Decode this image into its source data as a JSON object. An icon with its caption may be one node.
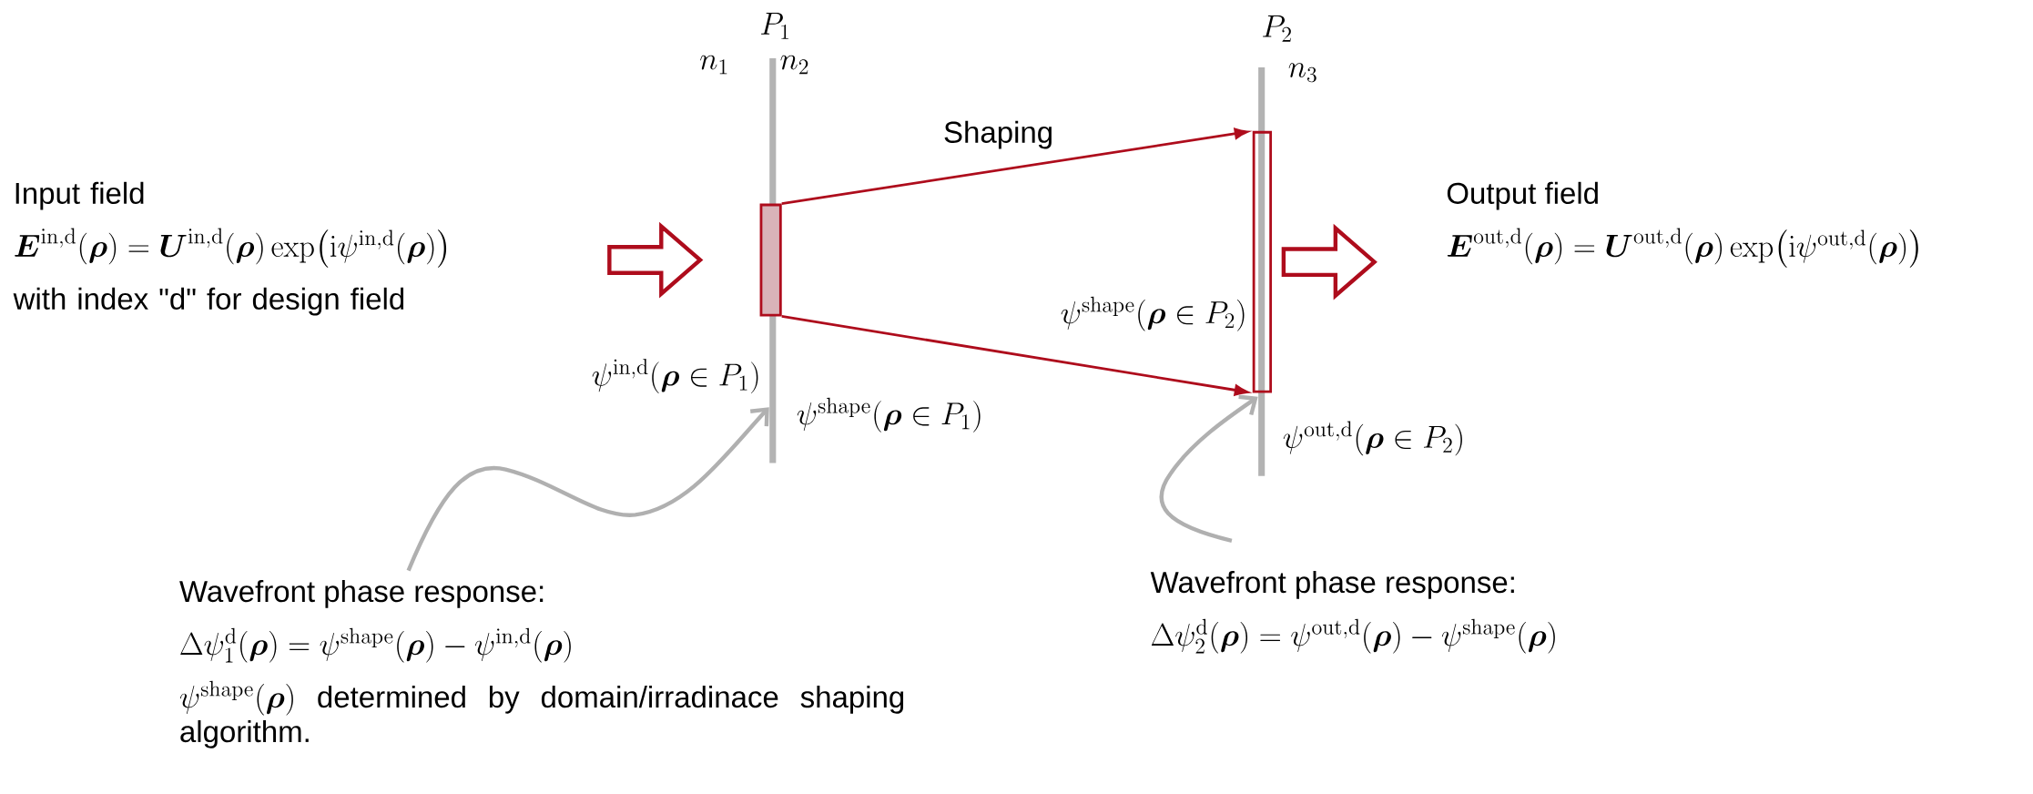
{
  "diagram": {
    "nodes": [
      {
        "text": [
          "Input field",
          "\\boldsymbol{E}^{\\mathrm{in,d}}(\\boldsymbol{\\rho}) = \\boldsymbol{U}^{\\mathrm{in,d}}(\\boldsymbol{\\rho})\\exp\\bigl(\\mathrm{i}\\psi^{\\mathrm{in,d}}(\\boldsymbol{\\rho})\\bigr)",
          "with index \"d\" for design field"
        ]
      },
      {
        "text": [],
        "shape": "box"
      },
      {
        "text": [],
        "shape": "box"
      },
      {
        "text": [
          "Output field",
          "\\boldsymbol{E}^{\\mathrm{out,d}}(\\boldsymbol{\\rho}) = \\boldsymbol{U}^{\\mathrm{out,d}}(\\boldsymbol{\\rho})\\exp\\bigl(\\mathrm{i}\\psi^{\\mathrm{out,d}}(\\boldsymbol{\\rho})\\bigr)"
        ]
      },
      {
        "text": [
          "Wavefront phase response:",
          "\\Delta\\psi_1^{\\mathrm{d}}(\\boldsymbol{\\rho}) = \\psi^{\\mathrm{shape}}(\\boldsymbol{\\rho}) - \\psi^{\\mathrm{in,d}}(\\boldsymbol{\\rho})",
          "\\psi^{\\mathrm{shape}}(\\boldsymbol{\\rho})",
          "determined by domain/irradinace shaping algorithm."
        ]
      },
      {
        "text": [
          "Wavefront phase response:",
          "\\Delta\\psi_2^{\\mathrm{d}}(\\boldsymbol{\\rho}) = \\psi^{\\mathrm{out,d}}(\\boldsymbol{\\rho}) - \\psi^{\\mathrm{shape}}(\\boldsymbol{\\rho})"
        ]
      },
      {
        "text": [],
        "shape": "bar"
      },
      {
        "text": [],
        "shape": "bar"
      }
    ],
    "edges": [
      {
        "from": null,
        "to": 1,
        "arrow": "to",
        "style": "thick",
        "color": "#ae0c1c"
      },
      {
        "from": 1,
        "to": 2,
        "arrow": "to",
        "label": "Shaping",
        "color": "#ae0c1c"
      },
      {
        "from": 1,
        "to": 2,
        "arrow": "to",
        "color": "#ae0c1c"
      },
      {
        "from": 2,
        "to": 3,
        "arrow": "to",
        "style": "thick",
        "color": "#ae0c1c"
      },
      {
        "from": 4,
        "to": 6,
        "arrow": "to",
        "color": "#b0b0b0"
      },
      {
        "from": 5,
        "to": 7,
        "arrow": "to",
        "color": "#b0b0b0"
      }
    ],
    "labels": [
      "P_1",
      "P_2",
      "n_1",
      "n_2",
      "n_3",
      "\\psi^{\\mathrm{shape}}(\\boldsymbol{\\rho}\\in P_2)",
      "\\psi^{\\mathrm{in,d}}(\\boldsymbol{\\rho}\\in P_1)",
      "\\psi^{\\mathrm{shape}}(\\boldsymbol{\\rho}\\in P_1)",
      "\\psi^{\\mathrm{out,d}}(\\boldsymbol{\\rho}\\in P_2)"
    ]
  }
}
